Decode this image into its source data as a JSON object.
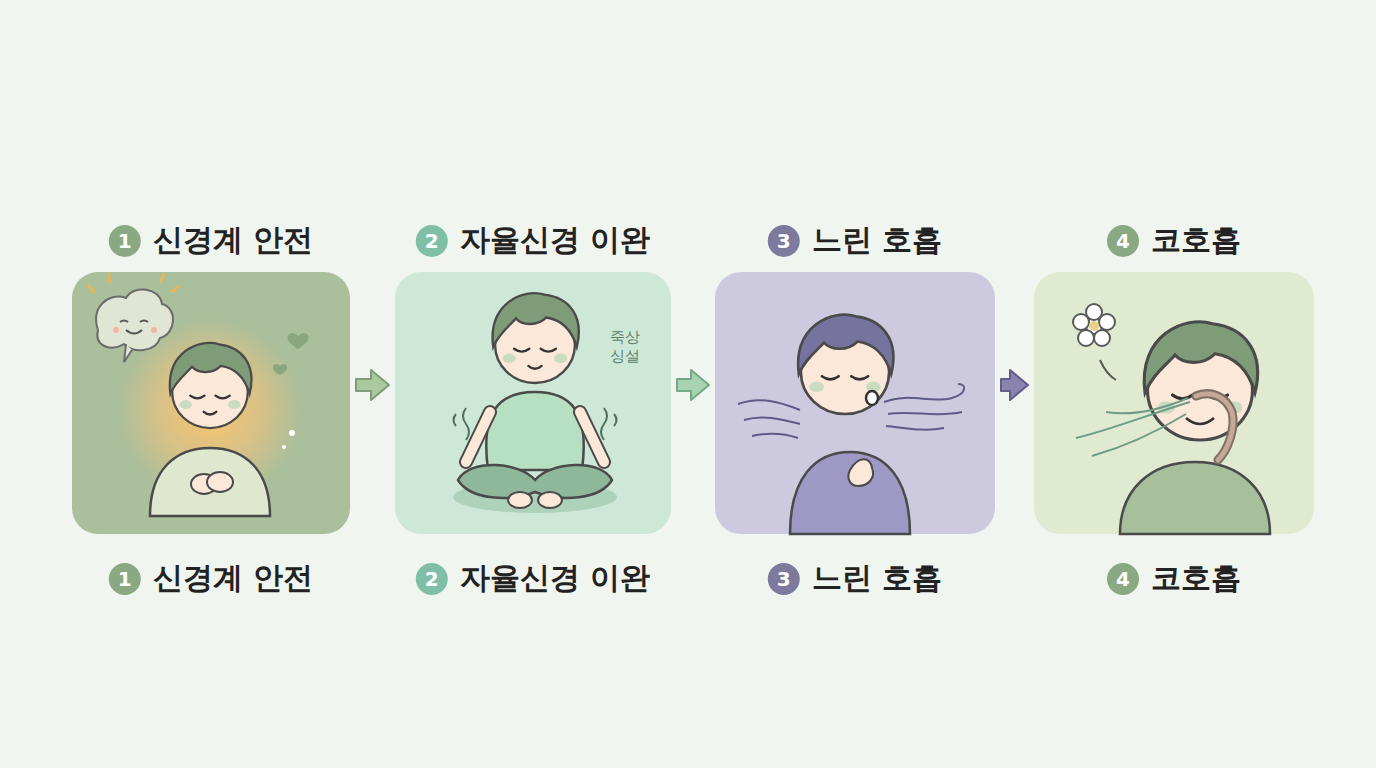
{
  "diagram": {
    "nodes": [
      {
        "text": [
          "신경계 안전",
          "신경계 안전"
        ]
      },
      {
        "text": [
          "자율신경 이완",
          "죽상 싱설",
          "자율신경 이완"
        ]
      },
      {
        "text": [
          "느린 호흡",
          "느린 호흡"
        ]
      },
      {
        "text": [
          "코호흡",
          "코호흡"
        ]
      }
    ],
    "edges": [
      {
        "from": 0,
        "to": 1,
        "arrow": "to"
      },
      {
        "from": 1,
        "to": 2,
        "arrow": "to"
      },
      {
        "from": 2,
        "to": 3,
        "arrow": "to"
      }
    ],
    "labels": [
      "1",
      "1",
      "2",
      "2",
      "3",
      "3",
      "4",
      "4"
    ]
  }
}
